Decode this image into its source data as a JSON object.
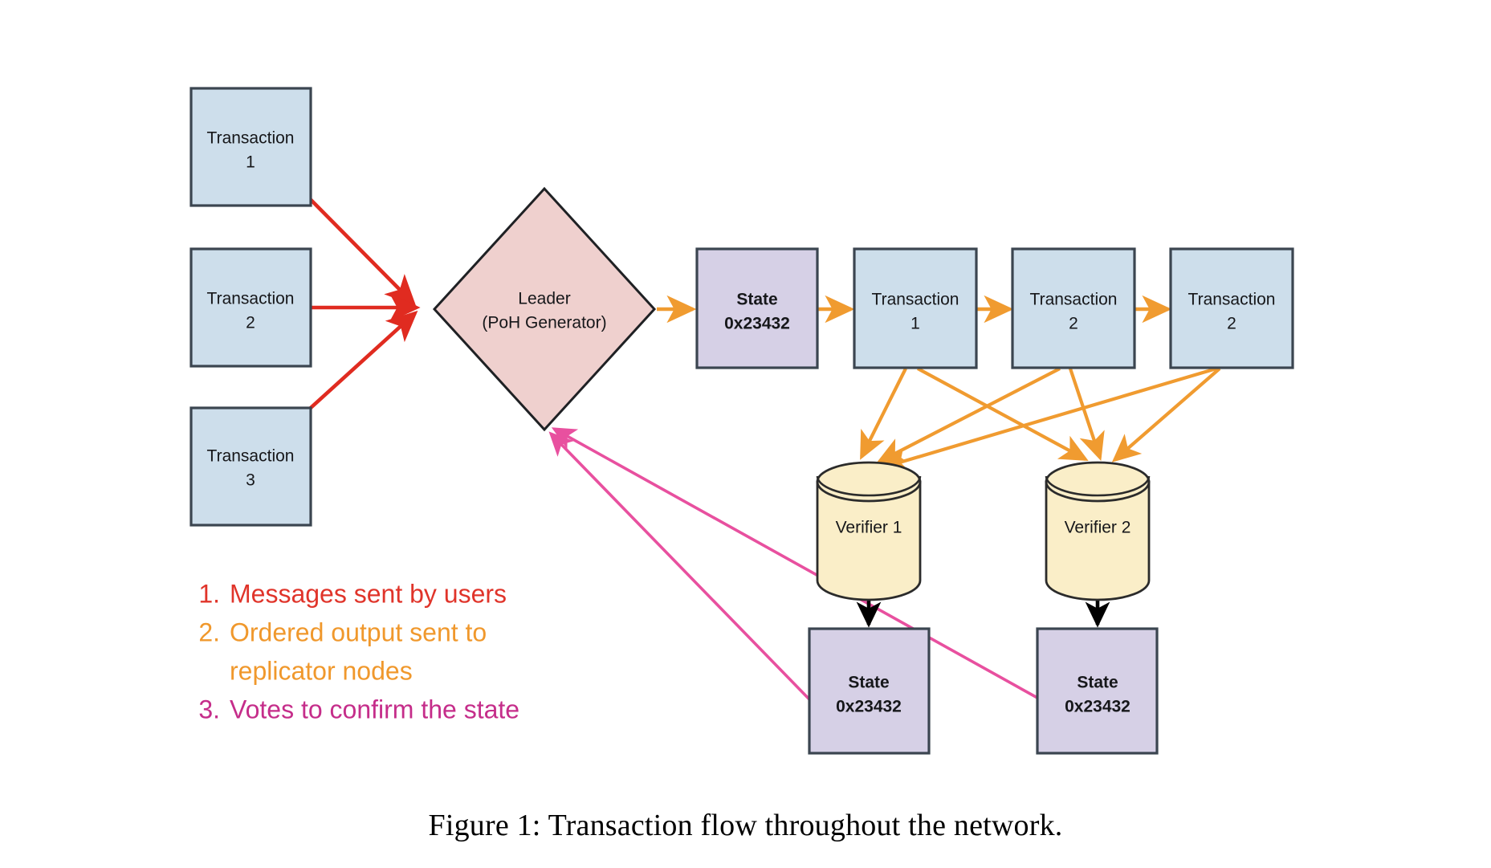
{
  "figure": {
    "caption": "Figure 1: Transaction flow throughout the network."
  },
  "colors": {
    "transaction_fill": "#cddeeb",
    "transaction_stroke": "#3b4550",
    "leader_fill": "#efd0ce",
    "leader_stroke": "#1f2124",
    "state_fill": "#d6d0e6",
    "state_stroke": "#3b4550",
    "verifier_fill": "#faeec8",
    "verifier_stroke": "#2b2b2b",
    "arrow_red": "#e02b20",
    "arrow_orange": "#f09b30",
    "arrow_pink": "#e martial",
    "arrow_pink_hex": "#e8509f",
    "arrow_black": "#000000",
    "legend_red": "#e0342a",
    "legend_orange": "#f0982c",
    "legend_magenta": "#c52d8a"
  },
  "inputs": {
    "label": "incoming-transactions",
    "boxes": [
      {
        "line1": "Transaction",
        "line2": "1"
      },
      {
        "line1": "Transaction",
        "line2": "2"
      },
      {
        "line1": "Transaction",
        "line2": "3"
      }
    ]
  },
  "leader": {
    "line1": "Leader",
    "line2": "(PoH Generator)"
  },
  "ordered_output": {
    "state": {
      "line1": "State",
      "line2": "0x23432"
    },
    "entries": [
      {
        "line1": "Transaction",
        "line2": "1"
      },
      {
        "line1": "Transaction",
        "line2": "2"
      },
      {
        "line1": "Transaction",
        "line2": "2"
      }
    ]
  },
  "verifiers": [
    {
      "label": "Verifier 1"
    },
    {
      "label": "Verifier 2"
    }
  ],
  "verifier_states": [
    {
      "line1": "State",
      "line2": "0x23432"
    },
    {
      "line1": "State",
      "line2": "0x23432"
    }
  ],
  "legend": {
    "items": [
      {
        "number": "1.",
        "line1": "Messages sent by users",
        "line2": ""
      },
      {
        "number": "2.",
        "line1": "Ordered output sent to",
        "line2": "replicator nodes"
      },
      {
        "number": "3.",
        "line1": "Votes to confirm the state",
        "line2": ""
      }
    ]
  }
}
